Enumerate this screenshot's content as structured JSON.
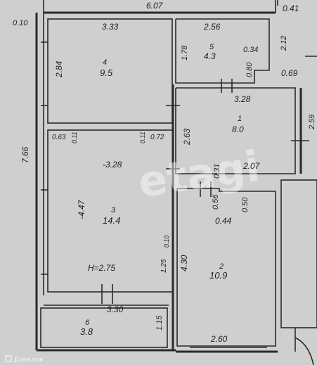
{
  "labels": {
    "top_width": "6.07",
    "top_right_a": "0.41",
    "left_corner": "0.10",
    "room4_width": "3.33",
    "room4_height": "2.84",
    "room4_num": "4",
    "room4_area": "9.5",
    "room5_width": "2.56",
    "room5_left": "1.78",
    "room5_num": "5",
    "room5_area": "4.3",
    "room5_right_top": "0.34",
    "room5_right_bottom": "0.80",
    "right_212": "2.12",
    "right_069": "0.69",
    "right_259": "2.59",
    "hall_width": "3.28",
    "hall_num": "1",
    "hall_area": "8.0",
    "hall_left": "2.63",
    "hall_bottom_a": "0.31",
    "hall_bottom_b": "2.07",
    "total_height": "7.66",
    "room3_a": "0.63",
    "room3_b": "0.11",
    "room3_c": "0.11",
    "room3_d": "0.72",
    "room3_width": "-3.28",
    "room3_height": "-4.47",
    "room3_num": "3",
    "room3_area": "14.4",
    "room3_small": "0.10",
    "room3_ceiling": "H=2.75",
    "room3_125": "1.25",
    "room2_a": "0.56",
    "room2_b": "0.50",
    "room2_c": "0.44",
    "room2_height": "4.30",
    "room2_num": "2",
    "room2_area": "10.9",
    "room2_width": "2.60",
    "room6_width": "3.30",
    "room6_num": "6",
    "room6_area": "3.8",
    "room6_height": "1.15",
    "watermark": "etagi",
    "brand": "Домклик"
  }
}
